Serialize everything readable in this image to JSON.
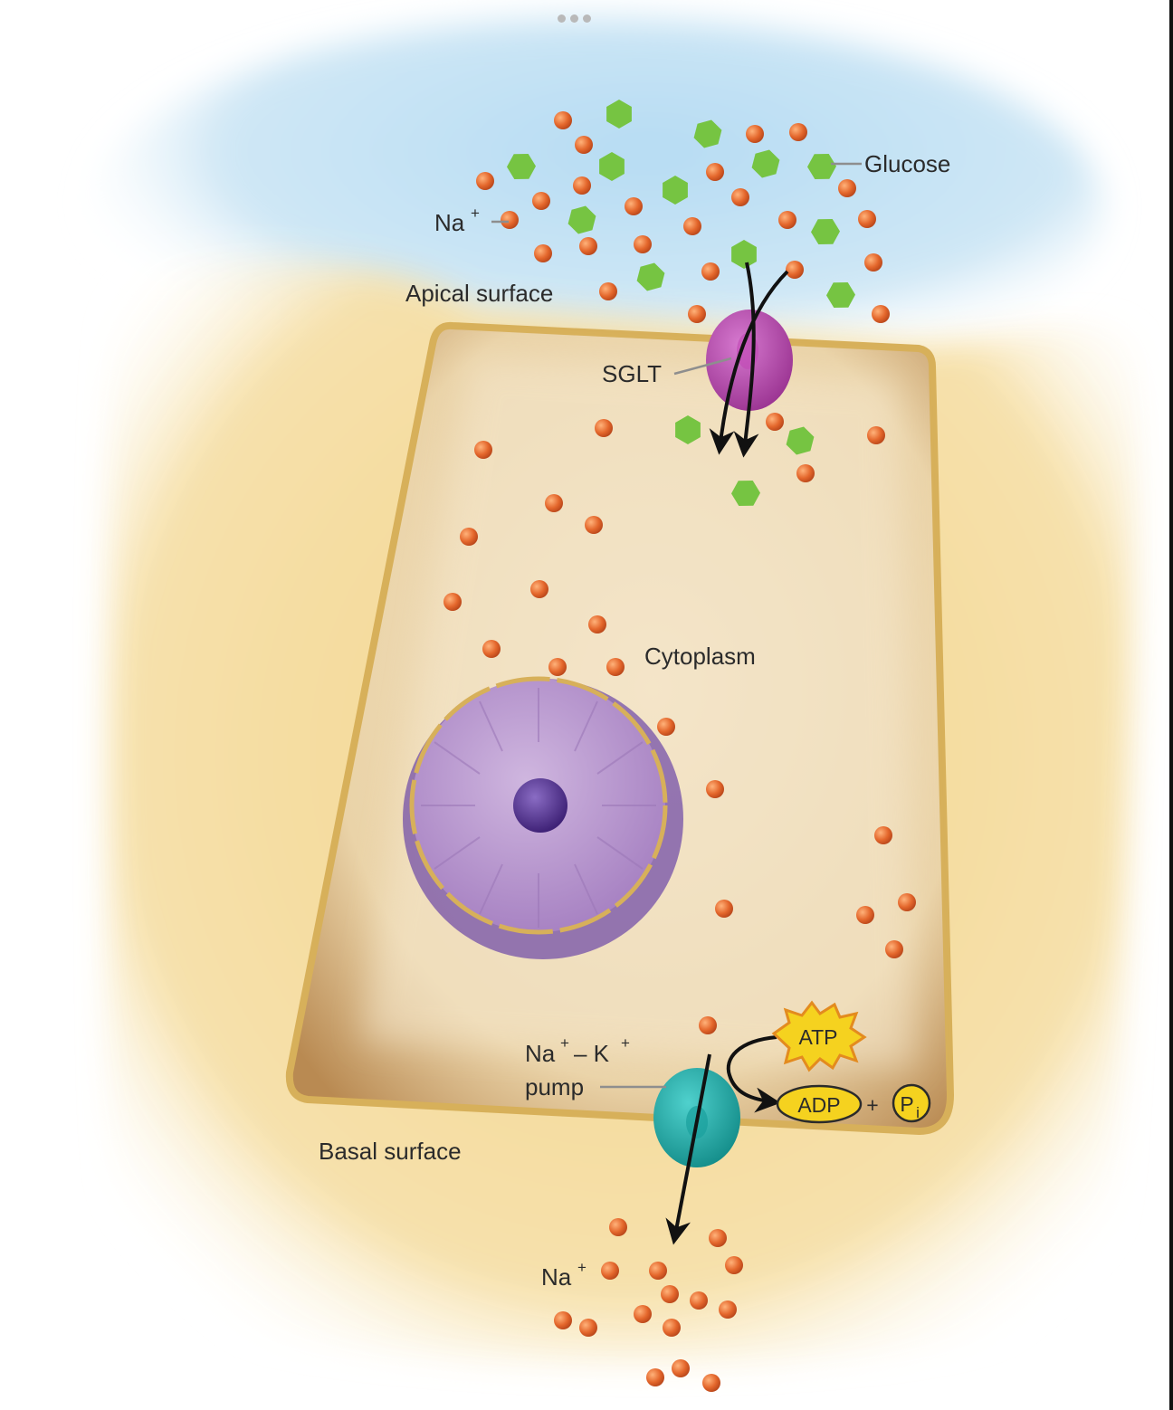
{
  "window": {
    "menu_icon": "more-horizontal-icon"
  },
  "labels": {
    "glucose": "Glucose",
    "na_top": "Na",
    "na_top_sup": "+",
    "apical": "Apical surface",
    "sglt": "SGLT",
    "cytoplasm": "Cytoplasm",
    "pump_line1": "Na",
    "pump_sup1": "+",
    "pump_dash": "– K",
    "pump_sup2": "+",
    "pump_line2": "pump",
    "basal": "Basal surface",
    "na_bottom": "Na",
    "na_bottom_sup": "+",
    "atp": "ATP",
    "adp": "ADP",
    "plus": "+",
    "pi": "P",
    "pi_sub": "i"
  },
  "colors": {
    "sodium": "#e4672c",
    "glucose": "#76c442",
    "sglt": "#b94fae",
    "pump": "#1fb3b1",
    "nucleus": "#b79ccc",
    "nucleolus": "#5b3a97",
    "membrane": "#d7b05a",
    "extracellular_fluid": "#bfe0f2",
    "tissue": "#f3d58c",
    "atp_fill": "#f5d21f"
  }
}
